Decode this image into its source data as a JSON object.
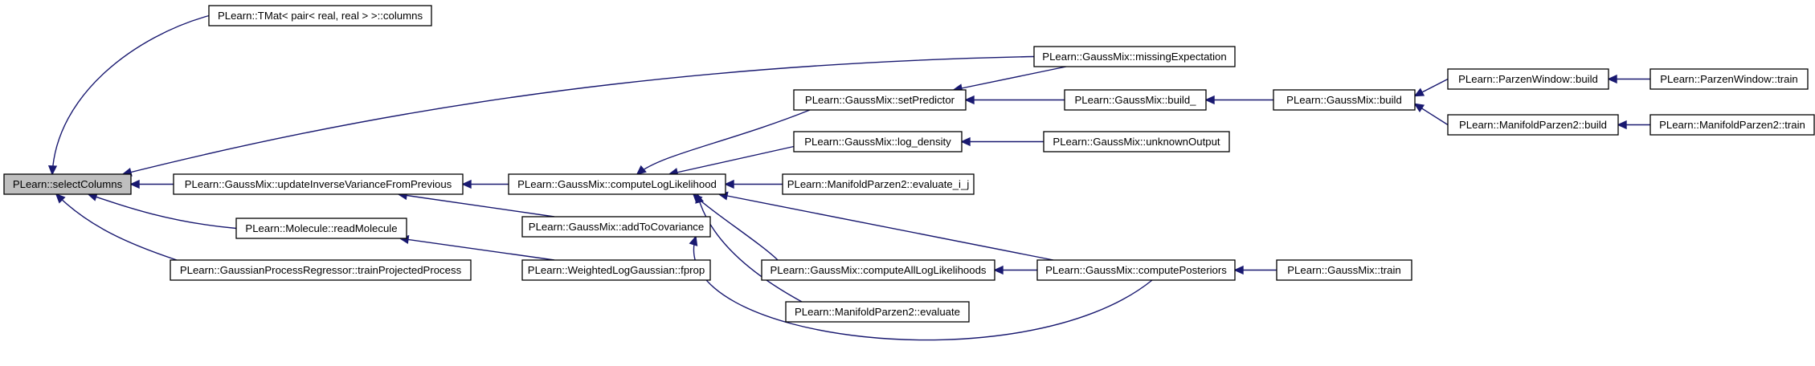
{
  "colors": {
    "edge": "#191970",
    "root_fill": "#bfbfbf",
    "node_fill": "#ffffff",
    "node_border": "#000000"
  },
  "nodes": [
    {
      "id": "selectColumns",
      "label": "PLearn::selectColumns",
      "root": true
    },
    {
      "id": "tmatColumns",
      "label": "PLearn::TMat< pair< real, real > >::columns"
    },
    {
      "id": "updateInv",
      "label": "PLearn::GaussMix::updateInverseVarianceFromPrevious"
    },
    {
      "id": "readMolecule",
      "label": "PLearn::Molecule::readMolecule"
    },
    {
      "id": "trainProjected",
      "label": "PLearn::GaussianProcessRegressor::trainProjectedProcess"
    },
    {
      "id": "missingExp",
      "label": "PLearn::GaussMix::missingExpectation"
    },
    {
      "id": "setPredictor",
      "label": "PLearn::GaussMix::setPredictor"
    },
    {
      "id": "logDensity",
      "label": "PLearn::GaussMix::log_density"
    },
    {
      "id": "computeLL",
      "label": "PLearn::GaussMix::computeLogLikelihood"
    },
    {
      "id": "addToCov",
      "label": "PLearn::GaussMix::addToCovariance"
    },
    {
      "id": "wlgFprop",
      "label": "PLearn::WeightedLogGaussian::fprop"
    },
    {
      "id": "build_",
      "label": "PLearn::GaussMix::build_"
    },
    {
      "id": "unknownOutput",
      "label": "PLearn::GaussMix::unknownOutput"
    },
    {
      "id": "mp2EvalIJ",
      "label": "PLearn::ManifoldParzen2::evaluate_i_j"
    },
    {
      "id": "computeAllLL",
      "label": "PLearn::GaussMix::computeAllLogLikelihoods"
    },
    {
      "id": "mp2Eval",
      "label": "PLearn::ManifoldParzen2::evaluate"
    },
    {
      "id": "computePost",
      "label": "PLearn::GaussMix::computePosteriors"
    },
    {
      "id": "gmBuild",
      "label": "PLearn::GaussMix::build"
    },
    {
      "id": "gmTrain",
      "label": "PLearn::GaussMix::train"
    },
    {
      "id": "pwBuild",
      "label": "PLearn::ParzenWindow::build"
    },
    {
      "id": "mp2Build",
      "label": "PLearn::ManifoldParzen2::build"
    },
    {
      "id": "pwTrain",
      "label": "PLearn::ParzenWindow::train"
    },
    {
      "id": "mp2Train",
      "label": "PLearn::ManifoldParzen2::train"
    }
  ],
  "edges": [
    {
      "from": "tmatColumns",
      "to": "selectColumns"
    },
    {
      "from": "missingExp",
      "to": "selectColumns"
    },
    {
      "from": "updateInv",
      "to": "selectColumns"
    },
    {
      "from": "readMolecule",
      "to": "selectColumns"
    },
    {
      "from": "trainProjected",
      "to": "selectColumns"
    },
    {
      "from": "computeLL",
      "to": "updateInv"
    },
    {
      "from": "addToCov",
      "to": "updateInv"
    },
    {
      "from": "wlgFprop",
      "to": "readMolecule"
    },
    {
      "from": "missingExp",
      "to": "setPredictor"
    },
    {
      "from": "build_",
      "to": "setPredictor"
    },
    {
      "from": "setPredictor",
      "to": "computeLL"
    },
    {
      "from": "logDensity",
      "to": "computeLL"
    },
    {
      "from": "mp2EvalIJ",
      "to": "computeLL"
    },
    {
      "from": "computeAllLL",
      "to": "computeLL"
    },
    {
      "from": "mp2Eval",
      "to": "computeLL"
    },
    {
      "from": "computePost",
      "to": "computeLL"
    },
    {
      "from": "computePost",
      "to": "addToCov"
    },
    {
      "from": "unknownOutput",
      "to": "logDensity"
    },
    {
      "from": "gmBuild",
      "to": "build_"
    },
    {
      "from": "computePost",
      "to": "computeAllLL"
    },
    {
      "from": "gmTrain",
      "to": "computePost"
    },
    {
      "from": "pwBuild",
      "to": "gmBuild"
    },
    {
      "from": "mp2Build",
      "to": "gmBuild"
    },
    {
      "from": "pwTrain",
      "to": "pwBuild"
    },
    {
      "from": "mp2Train",
      "to": "mp2Build"
    }
  ]
}
